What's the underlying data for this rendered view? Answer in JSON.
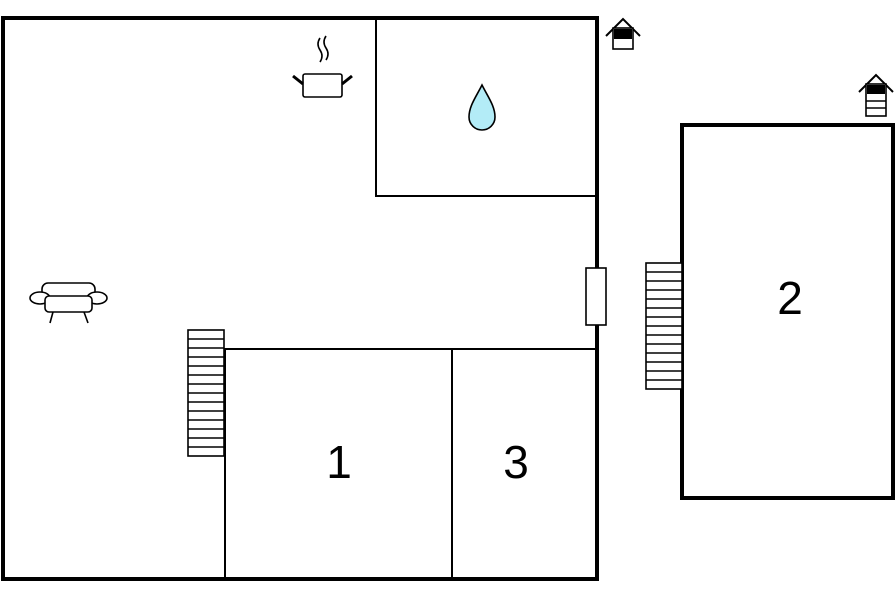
{
  "rooms": {
    "room_1": {
      "label": "1"
    },
    "room_2": {
      "label": "2"
    },
    "room_3": {
      "label": "3"
    }
  },
  "icons": {
    "kitchen": "cooking-pot-icon",
    "bathroom": "water-drop-icon",
    "living": "sofa-icon",
    "entrance_main": "house-entrance-icon",
    "entrance_annex": "house-upstairs-icon",
    "stairs": "stairs-icon",
    "door": "door-icon"
  },
  "colors": {
    "water_drop": "#b3ecf7",
    "walls": "#000000",
    "background": "#ffffff"
  }
}
